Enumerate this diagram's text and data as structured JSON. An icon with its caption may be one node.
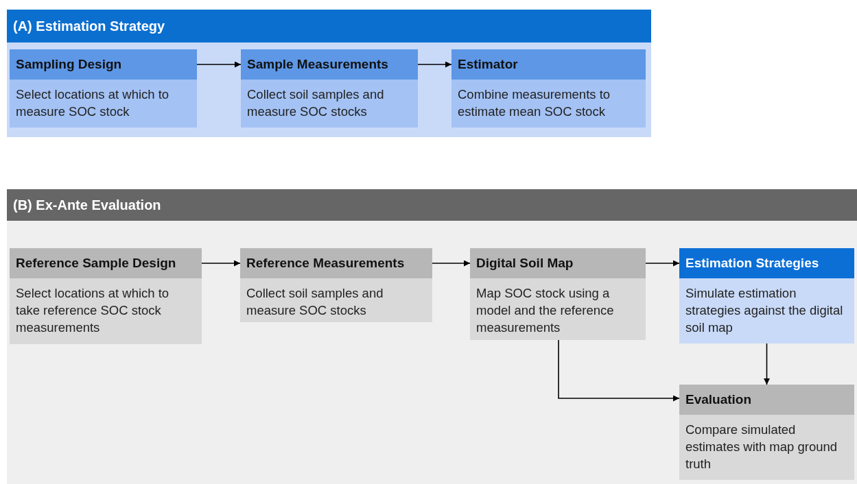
{
  "diagram": {
    "nodes": [
      {
        "text": [
          "(A) Estimation Strategy"
        ]
      },
      {
        "text": [
          "Sampling Design",
          "Select locations at which to measure SOC stock"
        ],
        "in": 0
      },
      {
        "text": [
          "Sample Measurements",
          "Collect soil samples and measure SOC stocks"
        ],
        "in": 0
      },
      {
        "text": [
          "Estimator",
          "Combine measurements to estimate mean SOC stock"
        ],
        "in": 0
      },
      {
        "text": [
          "(B) Ex-Ante Evaluation"
        ]
      },
      {
        "text": [
          "Reference Sample Design",
          "Select locations at which to take reference SOC stock measurements"
        ],
        "in": 4
      },
      {
        "text": [
          "Reference Measurements",
          "Collect soil samples and measure SOC stocks"
        ],
        "in": 4
      },
      {
        "text": [
          "Digital Soil Map",
          "Map SOC stock using a model and the reference measurements"
        ],
        "in": 4
      },
      {
        "text": [
          "Estimation Strategies",
          "Simulate estimation strategies against the digital soil map"
        ],
        "in": 4
      },
      {
        "text": [
          "Evaluation",
          "Compare simulated estimates with map ground truth"
        ],
        "in": 4
      }
    ],
    "edges": [
      {
        "from": 1,
        "to": 2,
        "arrow": "to"
      },
      {
        "from": 2,
        "to": 3,
        "arrow": "to"
      },
      {
        "from": 5,
        "to": 6,
        "arrow": "to"
      },
      {
        "from": 6,
        "to": 7,
        "arrow": "to"
      },
      {
        "from": 7,
        "to": 8,
        "arrow": "to"
      },
      {
        "from": 8,
        "to": 9,
        "arrow": "to"
      },
      {
        "from": 7,
        "to": 9,
        "arrow": "to"
      }
    ]
  }
}
